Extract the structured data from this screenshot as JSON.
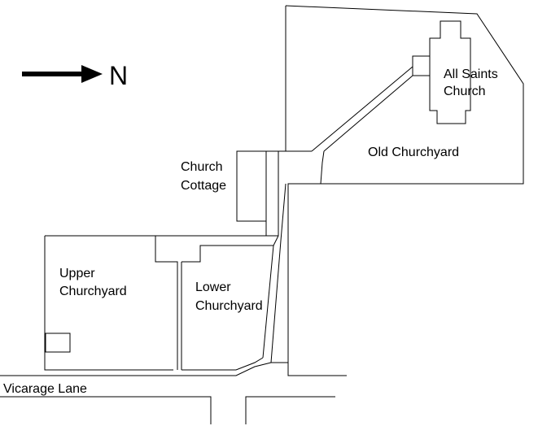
{
  "compass": {
    "letter": "N",
    "icon": "north-arrow-icon"
  },
  "labels": {
    "church_line1": "All Saints",
    "church_line2": "Church",
    "old_churchyard": "Old Churchyard",
    "cottage_line1": "Church",
    "cottage_line2": "Cottage",
    "upper_line1": "Upper",
    "upper_line2": "Churchyard",
    "lower_line1": "Lower",
    "lower_line2": "Churchyard",
    "road": "Vicarage Lane"
  },
  "colors": {
    "ink": "#000000",
    "background": "#ffffff"
  }
}
